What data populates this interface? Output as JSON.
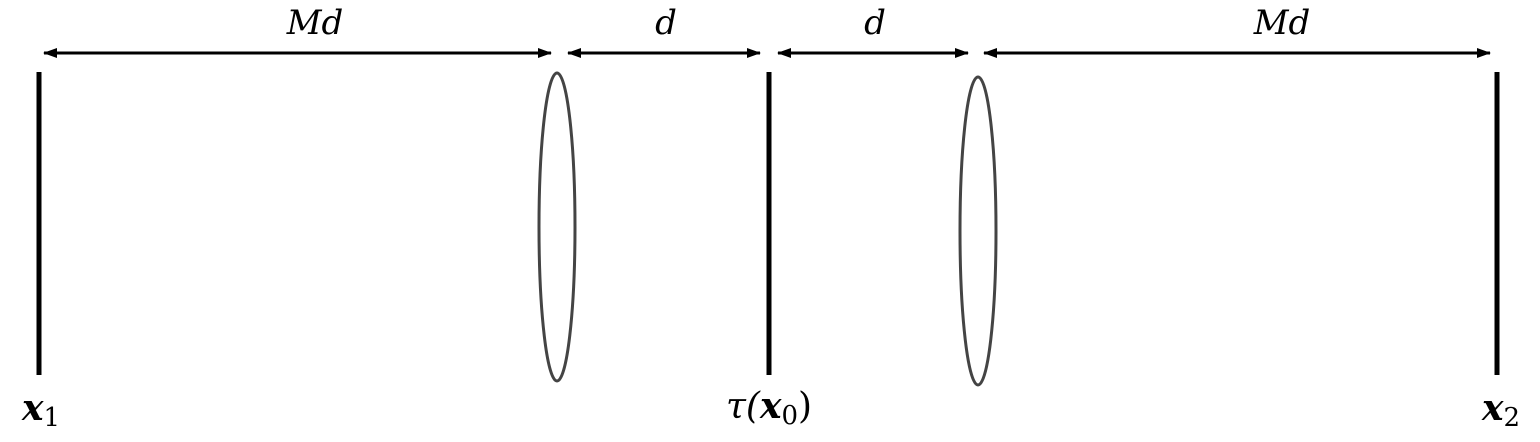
{
  "distances": {
    "left_outer": "Md",
    "left_inner": "d",
    "right_inner": "d",
    "right_outer": "Md"
  },
  "planes": {
    "input": {
      "symbol": "x",
      "subscript": "1"
    },
    "center": {
      "prefix": "τ(",
      "symbol": "x",
      "subscript": "0",
      "suffix": ")"
    },
    "output": {
      "symbol": "x",
      "subscript": "2"
    }
  },
  "lenses": [
    "lens-1",
    "lens-2"
  ],
  "colors": {
    "line": "#000000",
    "lens": "#444444"
  }
}
